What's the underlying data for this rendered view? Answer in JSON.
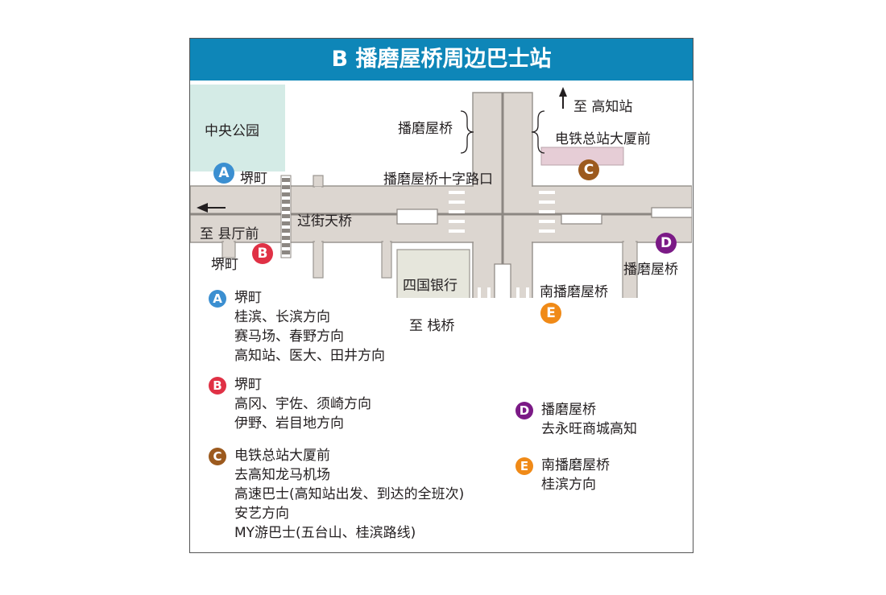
{
  "title": "B 播磨屋桥周边巴士站",
  "colors": {
    "header": "#0e86b8",
    "road": "#dcd6d0",
    "park": "#d4ebe6",
    "bank": "#e6e6dc",
    "stop_area": "#e6cdd6",
    "A": "#3b8fd1",
    "B": "#e03145",
    "C": "#9c5a1e",
    "D": "#7b1a86",
    "E": "#f08a17"
  },
  "map": {
    "park": "中央公园",
    "footbridge_left": "播磨屋桥",
    "to_kochi_station": "至 高知站",
    "dentetsu": "电铁总站大厦前",
    "crossing": "播磨屋桥十字路口",
    "overpass": "过街天桥",
    "to_kencho": "至 县厅前",
    "bank": "四国银行",
    "to_sanbashi": "至 栈桥",
    "minami": "南播磨屋桥",
    "harimaya_d": "播磨屋桥",
    "sakaimachi_a": "堺町",
    "sakaimachi_b": "堺町"
  },
  "stops": [
    {
      "badge": "A",
      "lines": [
        "堺町",
        "桂滨、长滨方向",
        "赛马场、春野方向",
        "高知站、医大、田井方向"
      ]
    },
    {
      "badge": "B",
      "lines": [
        "堺町",
        "高冈、宇佐、须崎方向",
        "伊野、岩目地方向"
      ]
    },
    {
      "badge": "C",
      "lines": [
        "电铁总站大厦前",
        "去高知龙马机场",
        "高速巴士(高知站出发、到达的全班次)",
        "安艺方向",
        "MY游巴士(五台山、桂滨路线)"
      ]
    },
    {
      "badge": "D",
      "lines": [
        "播磨屋桥",
        "去永旺商城高知"
      ]
    },
    {
      "badge": "E",
      "lines": [
        "南播磨屋桥",
        "桂滨方向"
      ]
    }
  ]
}
